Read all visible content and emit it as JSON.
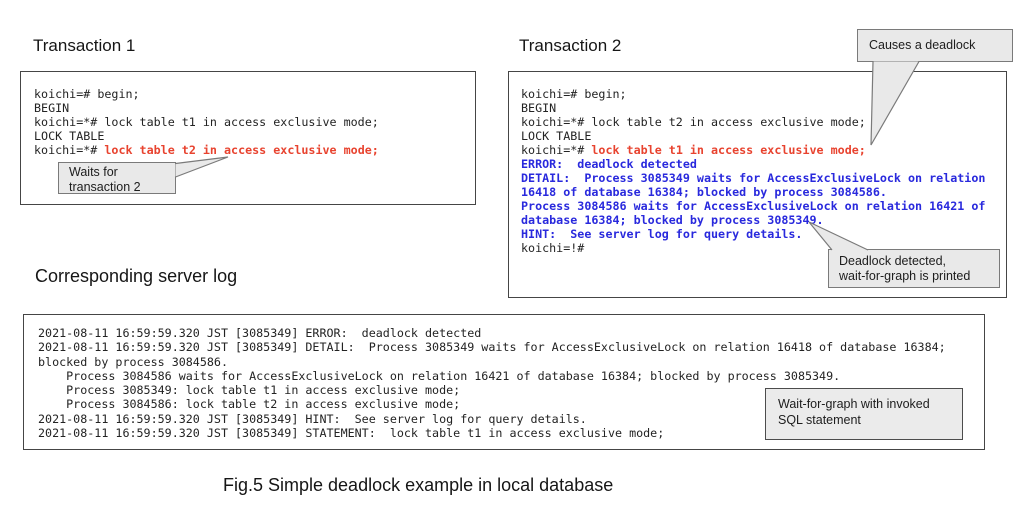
{
  "colors": {
    "red": "#e8432f",
    "blue": "#2929dd",
    "callout_bg": "#e9e9e9"
  },
  "transaction1": {
    "title": "Transaction 1",
    "lines_black": [
      "koichi=# begin;",
      "BEGIN",
      "koichi=*# lock table t1 in access exclusive mode;",
      "LOCK TABLE"
    ],
    "line5_prefix": "koichi=*# ",
    "line5_highlight": "lock table t2 in access exclusive mode;",
    "callout_waits": [
      "Waits for",
      "transaction 2"
    ]
  },
  "transaction2": {
    "title": "Transaction 2",
    "lines_black": [
      "koichi=# begin;",
      "BEGIN",
      "koichi=*# lock table t2 in access exclusive mode;",
      "LOCK TABLE"
    ],
    "line5_prefix": "koichi=*# ",
    "line5_highlight": "lock table t1 in access exclusive mode;",
    "lines_blue": [
      "ERROR:  deadlock detected",
      "DETAIL:  Process 3085349 waits for AccessExclusiveLock on relation",
      "16418 of database 16384; blocked by process 3084586.",
      "Process 3084586 waits for AccessExclusiveLock on relation 16421 of",
      "database 16384; blocked by process 3085349.",
      "HINT:  See server log for query details."
    ],
    "line_prompt_end": "koichi=!#",
    "callout_cause": "Causes a deadlock",
    "callout_detected": [
      "Deadlock detected,",
      "wait-for-graph is printed"
    ]
  },
  "server_log": {
    "title": "Corresponding server log",
    "lines": [
      "2021-08-11 16:59:59.320 JST [3085349] ERROR:  deadlock detected",
      "2021-08-11 16:59:59.320 JST [3085349] DETAIL:  Process 3085349 waits for AccessExclusiveLock on relation 16418 of database 16384;",
      "blocked by process 3084586.",
      "    Process 3084586 waits for AccessExclusiveLock on relation 16421 of database 16384; blocked by process 3085349.",
      "    Process 3085349: lock table t1 in access exclusive mode;",
      "    Process 3084586: lock table t2 in access exclusive mode;",
      "2021-08-11 16:59:59.320 JST [3085349] HINT:  See server log for query details.",
      "2021-08-11 16:59:59.320 JST [3085349] STATEMENT:  lock table t1 in access exclusive mode;"
    ],
    "callout_wfg": [
      "Wait-for-graph with invoked",
      "SQL statement"
    ]
  },
  "caption": "Fig.5 Simple deadlock example in local database"
}
